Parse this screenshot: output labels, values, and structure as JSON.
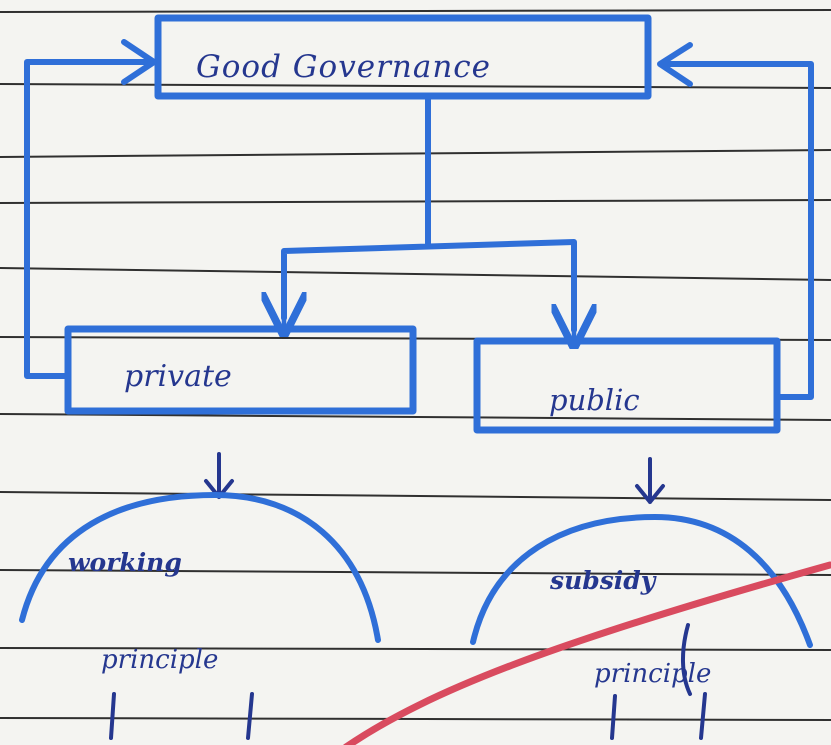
{
  "colors": {
    "paper": "#f4f4f1",
    "rule_line": "#161616",
    "ink_blue": "#2f6fd8",
    "ink_blue_dark": "#25378f",
    "red_mark": "#d94b5f"
  },
  "diagram": {
    "nodes": {
      "good_governance": {
        "label": "Good Governance"
      },
      "private": {
        "label": "private"
      },
      "public": {
        "label": "public"
      },
      "private_principle": {
        "line_1": "working",
        "line_2": "principle"
      },
      "public_principle": {
        "line_1": "subsidy",
        "line_2": "principle"
      }
    },
    "edges": [
      {
        "from": "good_governance",
        "to": "private"
      },
      {
        "from": "good_governance",
        "to": "public"
      },
      {
        "from": "private",
        "to": "good_governance"
      },
      {
        "from": "public",
        "to": "good_governance"
      },
      {
        "from": "private",
        "to": "private_principle"
      },
      {
        "from": "public",
        "to": "public_principle"
      }
    ]
  }
}
